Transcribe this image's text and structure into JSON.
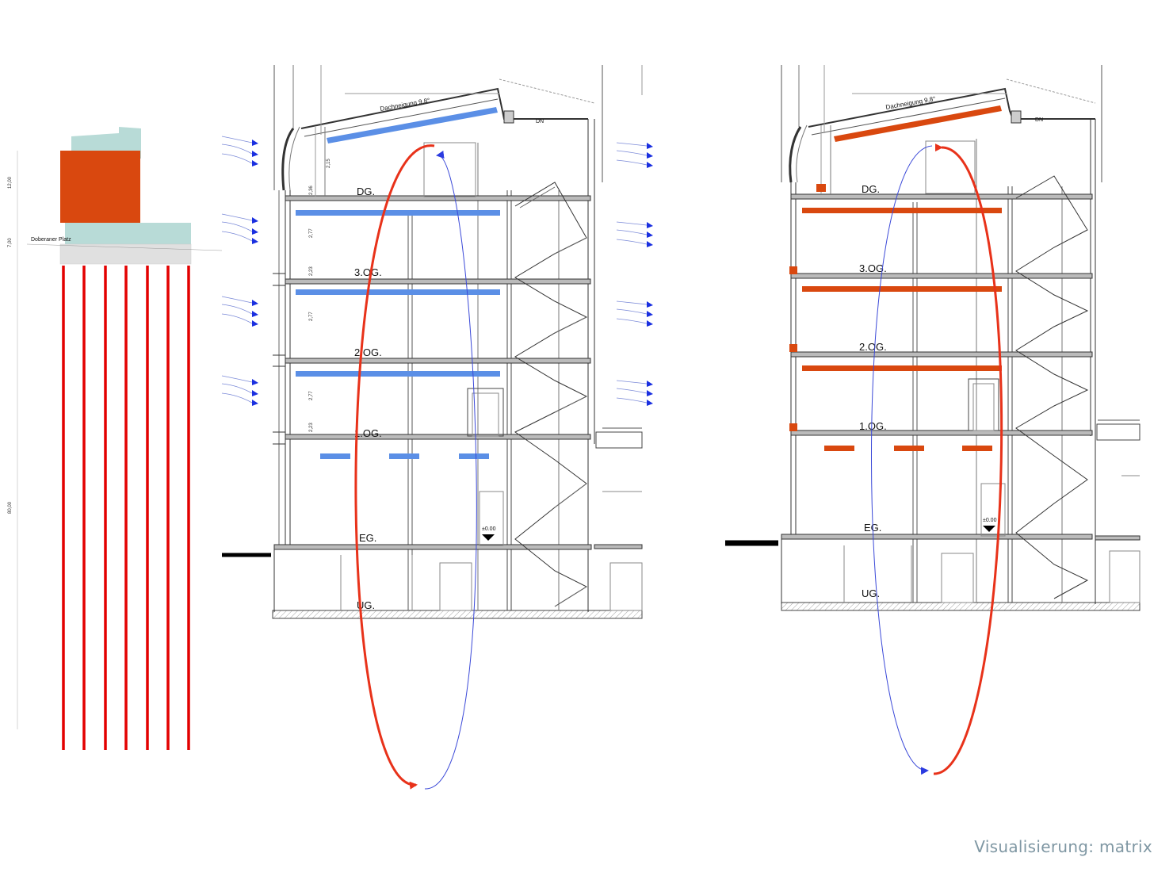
{
  "site": {
    "label": "Doberaner Platz",
    "dims": [
      "12,00",
      "7,00",
      "80,00"
    ]
  },
  "section": {
    "roof_label": "Dachneigung 9,8°",
    "roof_label_short": "DN",
    "floors": [
      {
        "name": "DG.",
        "slab": "floor-dg"
      },
      {
        "name": "3.OG.",
        "slab": "floor-3og"
      },
      {
        "name": "2.OG.",
        "slab": "floor-2og"
      },
      {
        "name": "1.OG.",
        "slab": "floor-1og"
      },
      {
        "name": "EG.",
        "slab": "floor-eg"
      },
      {
        "name": "UG.",
        "slab": "floor-ug"
      }
    ],
    "heights": [
      "2,77",
      "2,77",
      "2,77",
      "2,23",
      "2,23",
      "2,15",
      "2,36"
    ],
    "elevation": "±0.00"
  },
  "colors": {
    "cooling": "#5b8fe6",
    "heating": "#d9480f",
    "site_block": "#d9480f",
    "site_green": "#b8dbd7",
    "probes": "#e30000",
    "loop_red": "#e8321a",
    "loop_blue": "#3b49d8",
    "wind": "#1a2fe0"
  },
  "credit": "Visualisierung: matrix"
}
